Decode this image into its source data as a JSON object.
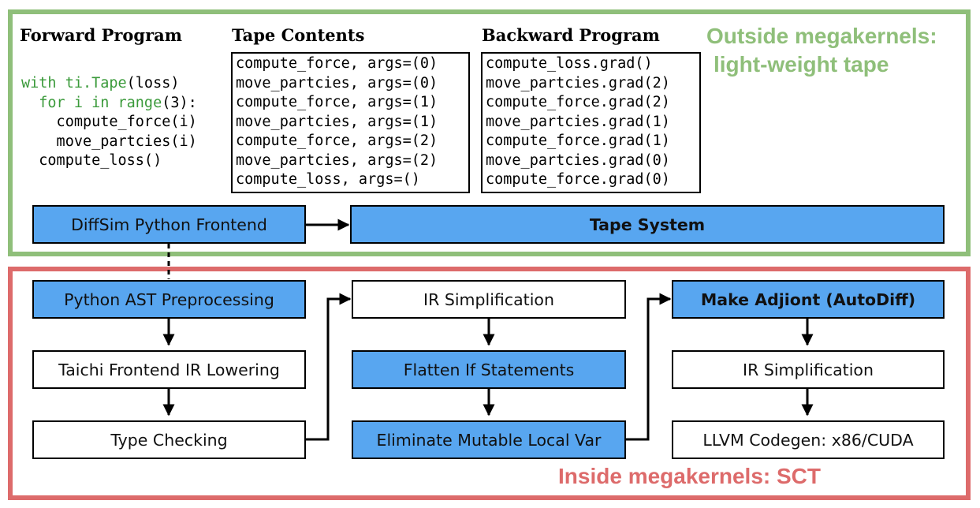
{
  "outside": {
    "label_line1": "Outside megakernels:",
    "label_line2": "light-weight tape"
  },
  "inside": {
    "label": "Inside megakernels: SCT"
  },
  "forward": {
    "title": "Forward Program",
    "code": [
      {
        "parts": [
          {
            "t": "with ti.Tape",
            "kw": true
          },
          {
            "t": "(loss)",
            "kw": false
          }
        ]
      },
      {
        "parts": [
          {
            "t": "  for i in range",
            "kw": true
          },
          {
            "t": "(3):",
            "kw": false
          }
        ]
      },
      {
        "parts": [
          {
            "t": "    compute_force(i)",
            "kw": false
          }
        ]
      },
      {
        "parts": [
          {
            "t": "    move_partcies(i)",
            "kw": false
          }
        ]
      },
      {
        "parts": [
          {
            "t": "  compute_loss()",
            "kw": false
          }
        ]
      }
    ]
  },
  "tape": {
    "title": "Tape Contents",
    "lines": [
      "compute_force, args=(0)",
      "move_partcies, args=(0)",
      "compute_force, args=(1)",
      "move_partcies, args=(1)",
      "compute_force, args=(2)",
      "move_partcies, args=(2)",
      "compute_loss, args=()"
    ]
  },
  "backward": {
    "title": "Backward Program",
    "lines": [
      "compute_loss.grad()",
      "move_partcies.grad(2)",
      "compute_force.grad(2)",
      "move_partcies.grad(1)",
      "compute_force.grad(1)",
      "move_partcies.grad(0)",
      "compute_force.grad(0)"
    ]
  },
  "boxes": {
    "frontend": "DiffSim Python Frontend",
    "tape_system": "Tape System",
    "ast": "Python AST Preprocessing",
    "lowering": "Taichi Frontend IR Lowering",
    "type_check": "Type Checking",
    "ir_simp_1": "IR Simplification",
    "flatten": "Flatten If Statements",
    "eliminate": "Eliminate Mutable Local Var",
    "adjoint": "Make Adjiont (AutoDiff)",
    "ir_simp_2": "IR Simplification",
    "codegen": "LLVM Codegen: x86/CUDA"
  },
  "colors": {
    "blue_box": "#58a6f0",
    "outside_border": "#8fbf7a",
    "inside_border": "#dd6b6b",
    "keyword": "#3a9a3a"
  }
}
